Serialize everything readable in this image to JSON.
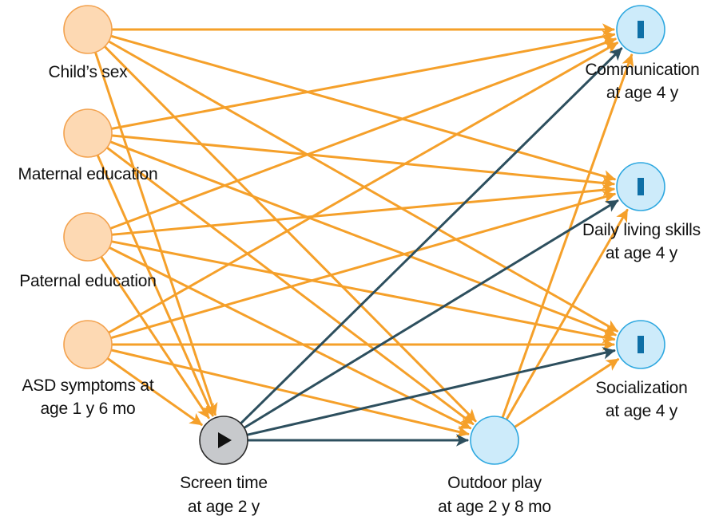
{
  "colors": {
    "confounder_node_fill": "#FDD9B3",
    "confounder_node_stroke": "#F3A24E",
    "exposure_node_fill": "#C7C9CC",
    "exposure_node_stroke": "#2B2B2B",
    "mediator_node_fill": "#CDEBFA",
    "mediator_node_stroke": "#2EA8E0",
    "outcome_glyph": "#0E6FA6",
    "confounder_arrow": "#F5A02A",
    "exposure_arrow": "#2D4F5E"
  },
  "nodes": {
    "sex": {
      "lines": [
        "Child’s sex"
      ],
      "role": "confounder"
    },
    "mat_edu": {
      "lines": [
        "Maternal education"
      ],
      "role": "confounder"
    },
    "pat_edu": {
      "lines": [
        "Paternal education"
      ],
      "role": "confounder"
    },
    "asd": {
      "lines": [
        "ASD symptoms at",
        "age 1 y 6 mo"
      ],
      "role": "confounder"
    },
    "screen": {
      "lines": [
        "Screen time",
        "at age 2 y"
      ],
      "role": "exposure",
      "icon": "play-icon"
    },
    "outdoor": {
      "lines": [
        "Outdoor play",
        "at age 2 y 8 mo"
      ],
      "role": "mediator"
    },
    "comm": {
      "lines": [
        "Communication",
        "at age 4 y"
      ],
      "role": "outcome",
      "icon": "outcome-bar-icon"
    },
    "daily": {
      "lines": [
        "Daily living skills",
        "at age 4 y"
      ],
      "role": "outcome",
      "icon": "outcome-bar-icon"
    },
    "social": {
      "lines": [
        "Socialization",
        "at age 4 y"
      ],
      "role": "outcome",
      "icon": "outcome-bar-icon"
    }
  },
  "edges": [
    {
      "from": "sex",
      "to": "comm",
      "kind": "confounder"
    },
    {
      "from": "sex",
      "to": "daily",
      "kind": "confounder"
    },
    {
      "from": "sex",
      "to": "social",
      "kind": "confounder"
    },
    {
      "from": "sex",
      "to": "screen",
      "kind": "confounder"
    },
    {
      "from": "sex",
      "to": "outdoor",
      "kind": "confounder"
    },
    {
      "from": "mat_edu",
      "to": "comm",
      "kind": "confounder"
    },
    {
      "from": "mat_edu",
      "to": "daily",
      "kind": "confounder"
    },
    {
      "from": "mat_edu",
      "to": "social",
      "kind": "confounder"
    },
    {
      "from": "mat_edu",
      "to": "screen",
      "kind": "confounder"
    },
    {
      "from": "mat_edu",
      "to": "outdoor",
      "kind": "confounder"
    },
    {
      "from": "pat_edu",
      "to": "comm",
      "kind": "confounder"
    },
    {
      "from": "pat_edu",
      "to": "daily",
      "kind": "confounder"
    },
    {
      "from": "pat_edu",
      "to": "social",
      "kind": "confounder"
    },
    {
      "from": "pat_edu",
      "to": "screen",
      "kind": "confounder"
    },
    {
      "from": "pat_edu",
      "to": "outdoor",
      "kind": "confounder"
    },
    {
      "from": "asd",
      "to": "comm",
      "kind": "confounder"
    },
    {
      "from": "asd",
      "to": "daily",
      "kind": "confounder"
    },
    {
      "from": "asd",
      "to": "social",
      "kind": "confounder"
    },
    {
      "from": "asd",
      "to": "screen",
      "kind": "confounder"
    },
    {
      "from": "asd",
      "to": "outdoor",
      "kind": "confounder"
    },
    {
      "from": "outdoor",
      "to": "comm",
      "kind": "confounder"
    },
    {
      "from": "outdoor",
      "to": "daily",
      "kind": "confounder"
    },
    {
      "from": "outdoor",
      "to": "social",
      "kind": "confounder"
    },
    {
      "from": "screen",
      "to": "comm",
      "kind": "exposure"
    },
    {
      "from": "screen",
      "to": "daily",
      "kind": "exposure"
    },
    {
      "from": "screen",
      "to": "social",
      "kind": "exposure"
    },
    {
      "from": "screen",
      "to": "outdoor",
      "kind": "exposure"
    }
  ]
}
